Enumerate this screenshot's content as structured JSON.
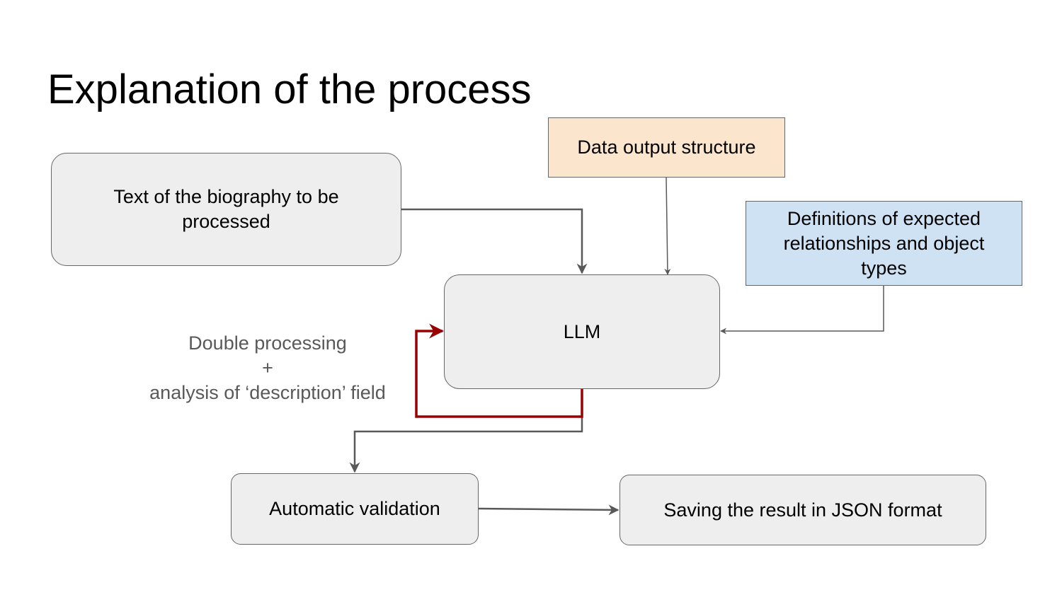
{
  "title": "Explanation of the process",
  "nodes": {
    "biography_text": "Text of the biography to be processed",
    "output_structure": "Data output structure",
    "definitions": "Definitions of expected relationships and object types",
    "llm": "LLM",
    "validation": "Automatic validation",
    "saving": "Saving the result in JSON format"
  },
  "loop_note": {
    "line1": "Double processing",
    "line2": "+",
    "line3": "analysis of ‘description’ field"
  },
  "edges": [
    {
      "from": "biography_text",
      "to": "llm"
    },
    {
      "from": "output_structure",
      "to": "llm"
    },
    {
      "from": "definitions",
      "to": "llm"
    },
    {
      "from": "llm",
      "to": "llm",
      "kind": "loop"
    },
    {
      "from": "llm",
      "to": "validation"
    },
    {
      "from": "validation",
      "to": "saving"
    }
  ],
  "colors": {
    "node_fill": "#eeeeee",
    "output_structure_fill": "#fce5cd",
    "definitions_fill": "#cfe2f3",
    "connector": "#595959",
    "loop_connector": "#990000",
    "note_text": "#595959"
  }
}
